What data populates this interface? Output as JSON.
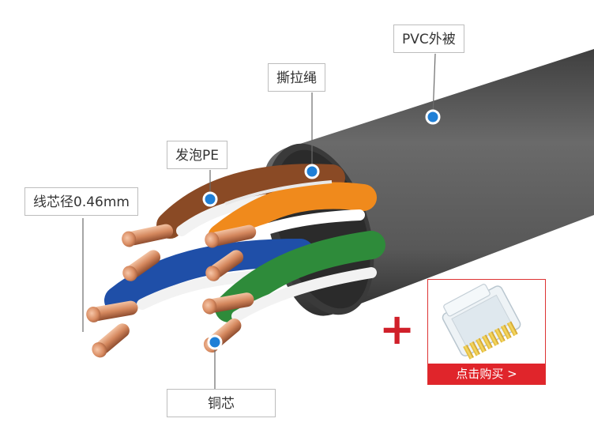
{
  "labels": {
    "pvc_jacket": "PVC外被",
    "rip_cord": "撕拉绳",
    "foam_pe": "发泡PE",
    "core_diameter": "线芯径0.46mm",
    "copper_core": "铜芯"
  },
  "promo": {
    "plus": "+",
    "buy_label": "点击购买 >"
  },
  "colors": {
    "jacket": "#5a5a5a",
    "accent_red": "#e0252b",
    "marker_blue": "#1f7fd6",
    "copper": "#d98c62",
    "brown_wire": "#8a4a25",
    "orange_wire": "#f08a1c",
    "green_wire": "#2e8b3a",
    "blue_wire": "#1f4fa8"
  }
}
